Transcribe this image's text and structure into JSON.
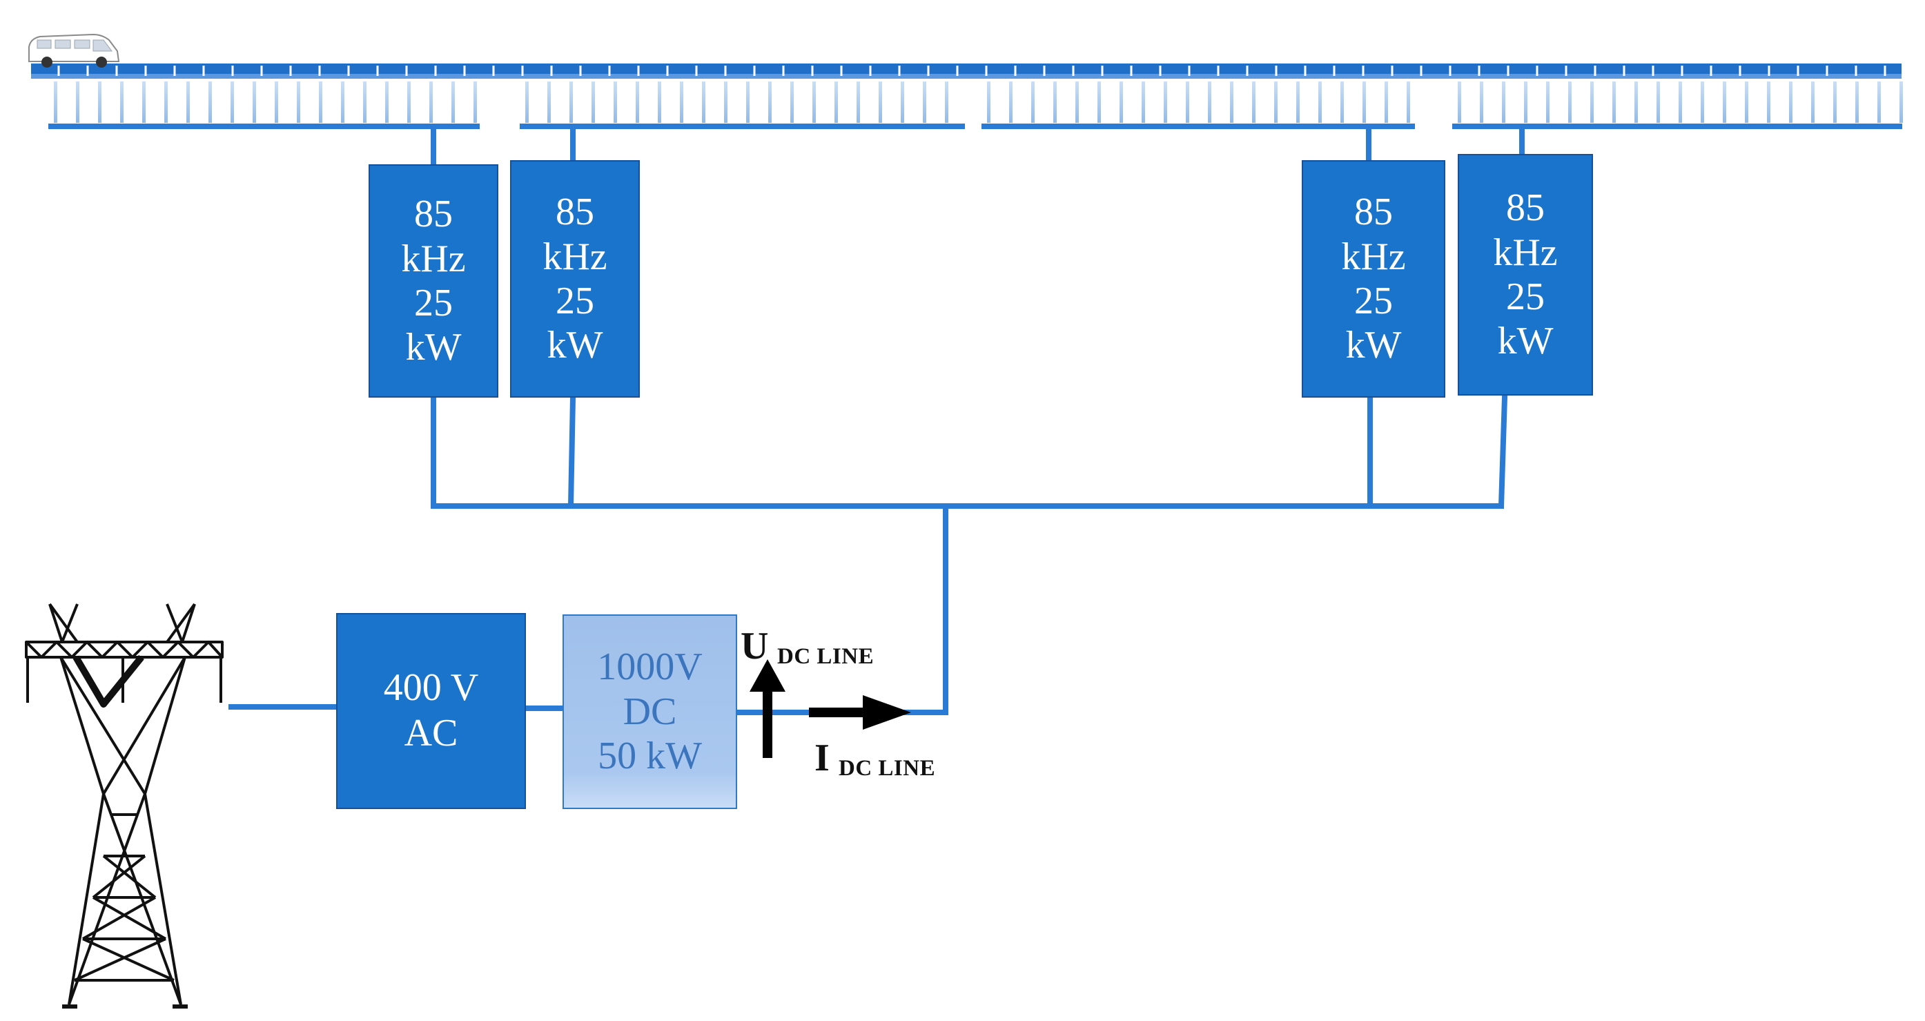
{
  "inverters": [
    {
      "lines": [
        "85",
        "kHz",
        "25",
        "kW"
      ]
    },
    {
      "lines": [
        "85",
        "kHz",
        "25",
        "kW"
      ]
    },
    {
      "lines": [
        "85",
        "kHz",
        "25",
        "kW"
      ]
    },
    {
      "lines": [
        "85",
        "kHz",
        "25",
        "kW"
      ]
    }
  ],
  "ac_box": {
    "lines": [
      "400 V",
      "AC"
    ]
  },
  "dc_box": {
    "lines": [
      "1000V",
      "DC",
      "50 kW"
    ]
  },
  "voltage_label": {
    "symbol": "U",
    "subscript": "DC LINE"
  },
  "current_label": {
    "symbol": "I",
    "subscript": "DC LINE"
  },
  "icons": {
    "vehicle": "van-icon",
    "pylon": "power-pylon-icon"
  },
  "colors": {
    "conductor": "#2a7bd6",
    "converter": "#1a74cc",
    "dc_converter": "#a9c6ee",
    "arrow": "#000000"
  }
}
